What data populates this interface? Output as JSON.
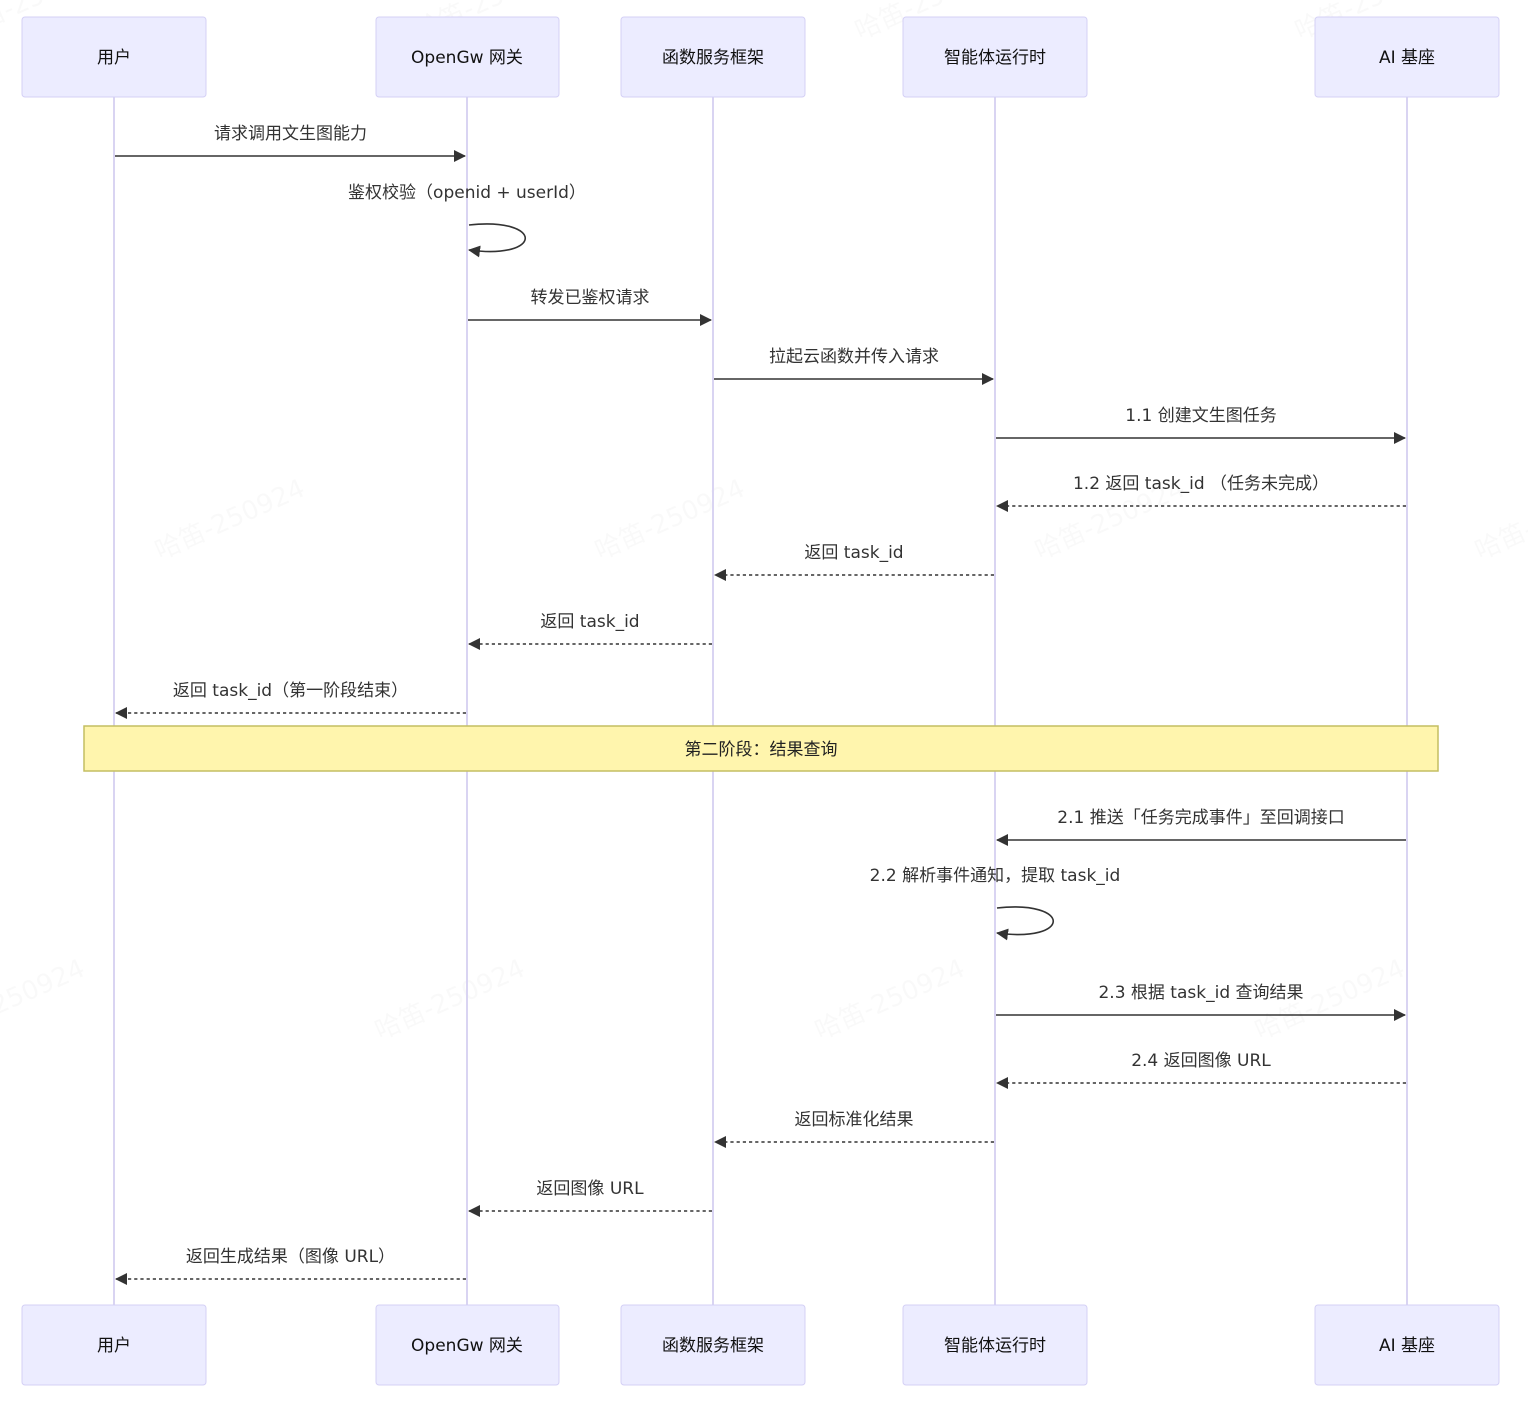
{
  "diagram": {
    "type": "sequence",
    "watermark": "哈笛-250924",
    "colors": {
      "actor_fill": "#ECECFF",
      "actor_stroke": "#D4D0F5",
      "lifeline": "#D9D4F2",
      "message": "#333333",
      "note_fill": "#FFF5AD",
      "note_stroke": "#C4BE62"
    },
    "actors": [
      {
        "id": "user",
        "label": "用户"
      },
      {
        "id": "gateway",
        "label": "OpenGw 网关"
      },
      {
        "id": "faas",
        "label": "函数服务框架"
      },
      {
        "id": "agent",
        "label": "智能体运行时"
      },
      {
        "id": "ai",
        "label": "AI 基座"
      }
    ],
    "events": [
      {
        "kind": "message",
        "from": "user",
        "to": "gateway",
        "style": "solid",
        "label": "请求调用文生图能力"
      },
      {
        "kind": "message",
        "from": "gateway",
        "to": "gateway",
        "style": "solid",
        "label": "鉴权校验（openid + userId）"
      },
      {
        "kind": "message",
        "from": "gateway",
        "to": "faas",
        "style": "solid",
        "label": "转发已鉴权请求"
      },
      {
        "kind": "message",
        "from": "faas",
        "to": "agent",
        "style": "solid",
        "label": "拉起云函数并传入请求"
      },
      {
        "kind": "message",
        "from": "agent",
        "to": "ai",
        "style": "solid",
        "label": "1.1 创建文生图任务"
      },
      {
        "kind": "message",
        "from": "ai",
        "to": "agent",
        "style": "dashed",
        "label": "1.2 返回 task_id （任务未完成）"
      },
      {
        "kind": "message",
        "from": "agent",
        "to": "faas",
        "style": "dashed",
        "label": "返回 task_id"
      },
      {
        "kind": "message",
        "from": "faas",
        "to": "gateway",
        "style": "dashed",
        "label": "返回 task_id"
      },
      {
        "kind": "message",
        "from": "gateway",
        "to": "user",
        "style": "dashed",
        "label": "返回 task_id（第一阶段结束）"
      },
      {
        "kind": "note",
        "over": [
          "user",
          "ai"
        ],
        "label": "第二阶段：结果查询"
      },
      {
        "kind": "message",
        "from": "ai",
        "to": "agent",
        "style": "solid",
        "label": "2.1 推送「任务完成事件」至回调接口"
      },
      {
        "kind": "message",
        "from": "agent",
        "to": "agent",
        "style": "solid",
        "label": "2.2 解析事件通知，提取 task_id"
      },
      {
        "kind": "message",
        "from": "agent",
        "to": "ai",
        "style": "solid",
        "label": "2.3 根据 task_id 查询结果"
      },
      {
        "kind": "message",
        "from": "ai",
        "to": "agent",
        "style": "dashed",
        "label": "2.4 返回图像 URL"
      },
      {
        "kind": "message",
        "from": "agent",
        "to": "faas",
        "style": "dashed",
        "label": "返回标准化结果"
      },
      {
        "kind": "message",
        "from": "faas",
        "to": "gateway",
        "style": "dashed",
        "label": "返回图像 URL"
      },
      {
        "kind": "message",
        "from": "gateway",
        "to": "user",
        "style": "dashed",
        "label": "返回生成结果（图像 URL）"
      }
    ]
  }
}
